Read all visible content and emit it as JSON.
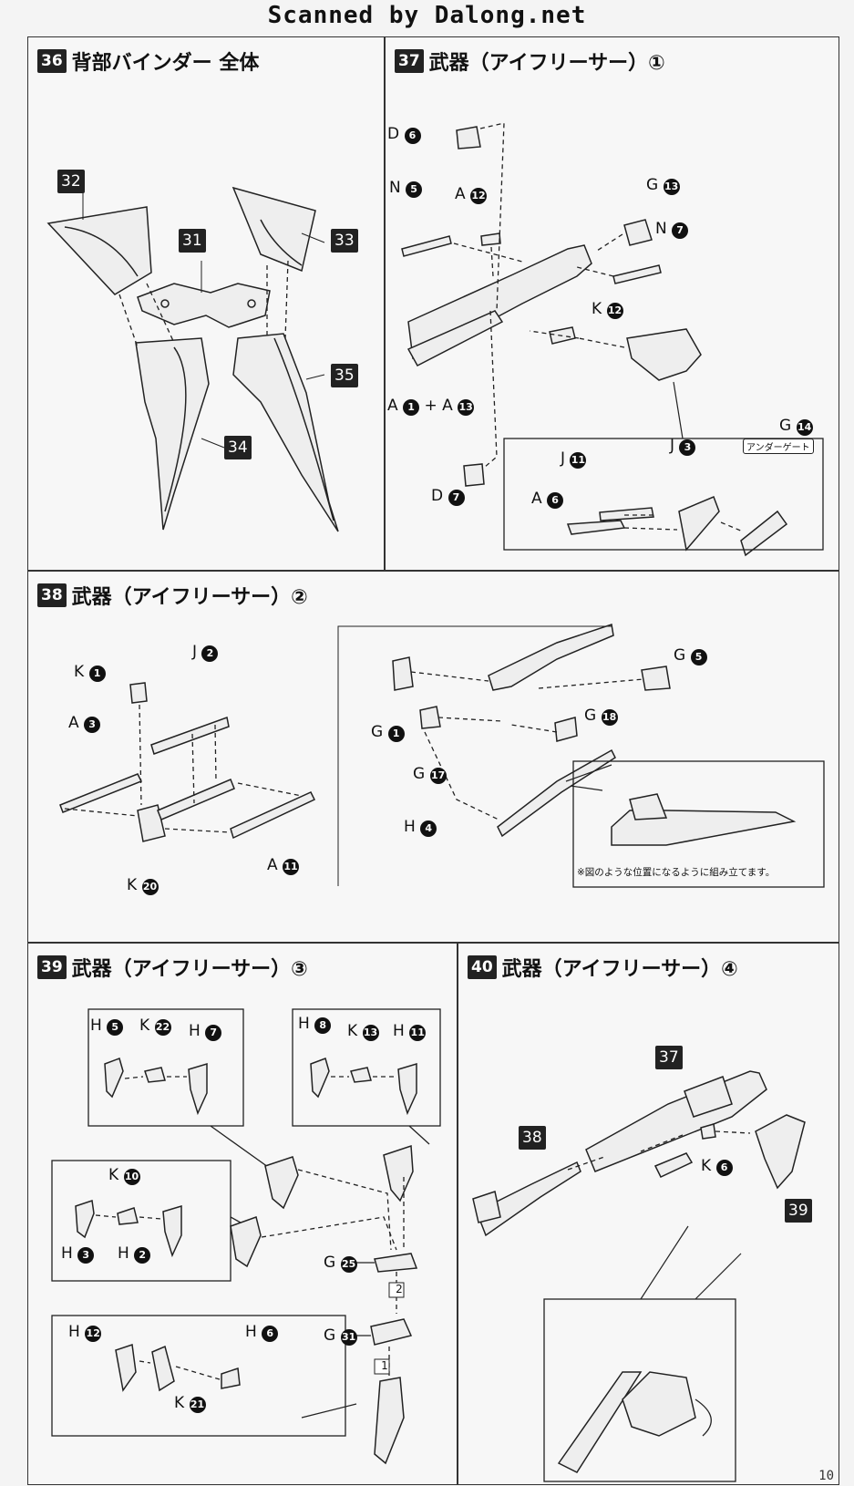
{
  "banner": "Scanned by Dalong.net",
  "page_number": "10",
  "steps": [
    {
      "num": "36",
      "title": "背部バインダー 全体"
    },
    {
      "num": "37",
      "title": "武器（アイフリーサー）①"
    },
    {
      "num": "38",
      "title": "武器（アイフリーサー）②"
    },
    {
      "num": "39",
      "title": "武器（アイフリーサー）③"
    },
    {
      "num": "40",
      "title": "武器（アイフリーサー）④"
    }
  ],
  "step36": {
    "labels": [
      "32",
      "31",
      "33",
      "35",
      "34"
    ]
  },
  "step37": {
    "parts": {
      "d6": {
        "letter": "D",
        "num": "6"
      },
      "n5": {
        "letter": "N",
        "num": "5"
      },
      "a12": {
        "letter": "A",
        "num": "12"
      },
      "g13": {
        "letter": "G",
        "num": "13"
      },
      "n7": {
        "letter": "N",
        "num": "7"
      },
      "k12": {
        "letter": "K",
        "num": "12"
      },
      "a1": {
        "letter": "A",
        "num": "1"
      },
      "a13": {
        "letter": "A",
        "num": "13"
      },
      "d7": {
        "letter": "D",
        "num": "7"
      },
      "j11": {
        "letter": "J",
        "num": "11"
      },
      "j3": {
        "letter": "J",
        "num": "3"
      },
      "a6": {
        "letter": "A",
        "num": "6"
      },
      "g14": {
        "letter": "G",
        "num": "14"
      }
    },
    "plus": "+",
    "under_gate": "アンダーゲート"
  },
  "step38": {
    "parts": {
      "k1": {
        "letter": "K",
        "num": "1"
      },
      "j2": {
        "letter": "J",
        "num": "2"
      },
      "a3": {
        "letter": "A",
        "num": "3"
      },
      "a11": {
        "letter": "A",
        "num": "11"
      },
      "k20": {
        "letter": "K",
        "num": "20"
      },
      "g1": {
        "letter": "G",
        "num": "1"
      },
      "g5": {
        "letter": "G",
        "num": "5"
      },
      "g18": {
        "letter": "G",
        "num": "18"
      },
      "g17": {
        "letter": "G",
        "num": "17"
      },
      "h4": {
        "letter": "H",
        "num": "4"
      }
    },
    "note": "※図のような位置になるように組み立てます。"
  },
  "step39": {
    "parts": {
      "h5": {
        "letter": "H",
        "num": "5"
      },
      "k22": {
        "letter": "K",
        "num": "22"
      },
      "h7": {
        "letter": "H",
        "num": "7"
      },
      "h8": {
        "letter": "H",
        "num": "8"
      },
      "k13": {
        "letter": "K",
        "num": "13"
      },
      "h11": {
        "letter": "H",
        "num": "11"
      },
      "k10": {
        "letter": "K",
        "num": "10"
      },
      "h3": {
        "letter": "H",
        "num": "3"
      },
      "h2": {
        "letter": "H",
        "num": "2"
      },
      "g25": {
        "letter": "G",
        "num": "25"
      },
      "g31": {
        "letter": "G",
        "num": "31"
      },
      "h12": {
        "letter": "H",
        "num": "12"
      },
      "h6": {
        "letter": "H",
        "num": "6"
      },
      "k21": {
        "letter": "K",
        "num": "21"
      }
    },
    "order": [
      "2",
      "1"
    ]
  },
  "step40": {
    "labels": [
      "37",
      "38",
      "39"
    ],
    "k6": {
      "letter": "K",
      "num": "6"
    }
  }
}
